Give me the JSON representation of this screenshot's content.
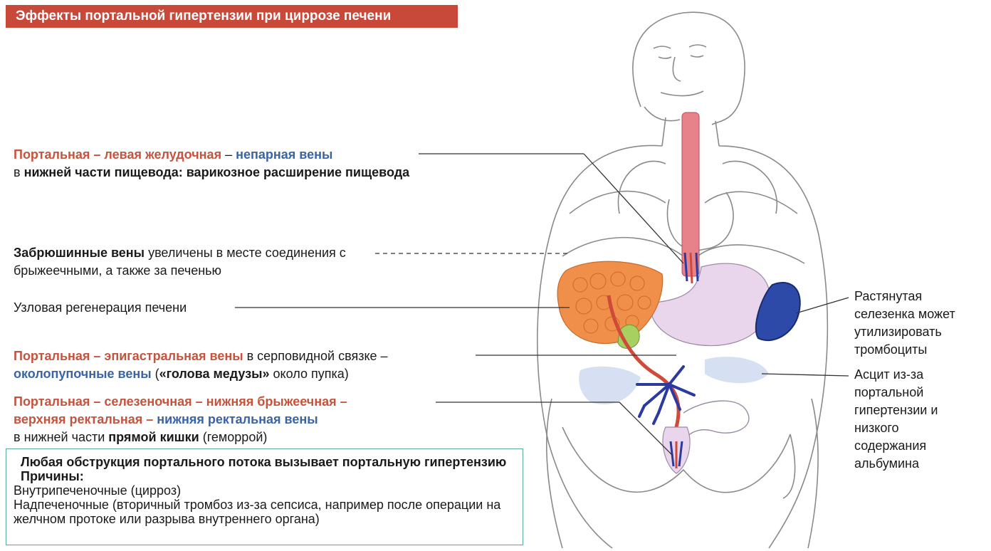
{
  "title": "Эффекты портальной гипертензии при циррозе печени",
  "labels": {
    "esophagus": {
      "p1": "Портальная – левая желудочная",
      "p2": " – ",
      "p3": "непарная вены",
      "p4": "в ",
      "p5": "нижней части пищевода: варикозное расширение пищевода"
    },
    "retroperitoneal": {
      "p1": "Забрюшинные вены",
      "p2": " увеличены в месте соединения с брыжеечными, а также за печенью"
    },
    "liver": {
      "p1": "Узловая регенерация печени"
    },
    "umbilical": {
      "p1": "Портальная – эпигастральная вены",
      "p2": " в серповидной связке –",
      "p3": "околопупочные вены",
      "p4": " (",
      "p5": "«голова медузы»",
      "p6": " около пупка)"
    },
    "rectal": {
      "p1": "Портальная – селезеночная – нижняя брыжеечная –",
      "p2": "верхняя ректальная –",
      "p3": "нижняя ректальная вены",
      "p4": "в нижней части ",
      "p5": "прямой кишки",
      "p6": " (геморрой)"
    },
    "spleen": "Растянутая селезенка может утилизировать тромбоциты",
    "ascites": "Асцит из-за портальной гипертензии и низкого содержания альбумина"
  },
  "note": {
    "title": "Любая обструкция портального потока вызывает портальную гипертензию",
    "causes_label": "Причины:",
    "line1": "Внутрипеченочные (цирроз)",
    "line2": "Надпеченочные (вторичный тромбоз из-за сепсиса, например после операции на желчном протоке или разрыва внутреннего органа)"
  },
  "colors": {
    "title_bg": "#c8483a",
    "portal_red": "#c4543e",
    "vein_blue": "#3a64a8",
    "box_border": "#5aaa9c",
    "liver_orange": "#ef8f4a",
    "spleen_blue": "#2d4aa8"
  }
}
